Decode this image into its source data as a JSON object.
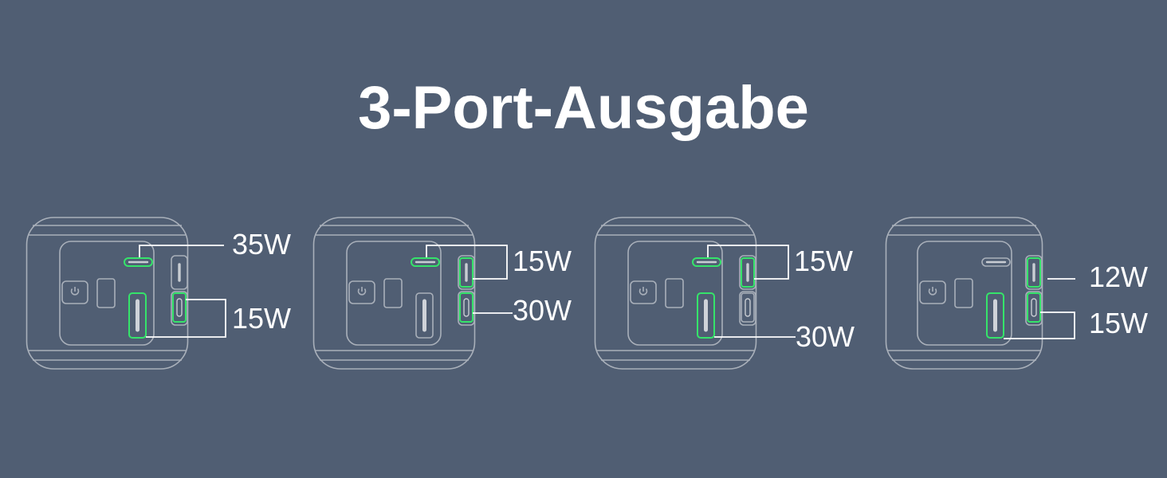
{
  "title": "3-Port-Ausgabe",
  "colors": {
    "background": "#505e73",
    "outline": "#a9b0ba",
    "active_port": "#35e46a",
    "connector_line": "#ffffff",
    "text": "#ffffff"
  },
  "configurations": [
    {
      "id": "config-1",
      "active_ports": [
        "top-usb-c",
        "usb-a",
        "side-usb-c-2"
      ],
      "labels": [
        {
          "text": "35W",
          "ports": [
            "top-usb-c"
          ]
        },
        {
          "text": "15W",
          "ports": [
            "usb-a",
            "side-usb-c-2"
          ]
        }
      ]
    },
    {
      "id": "config-2",
      "active_ports": [
        "top-usb-c",
        "side-usb-c-1",
        "side-usb-c-2"
      ],
      "labels": [
        {
          "text": "15W",
          "ports": [
            "top-usb-c",
            "side-usb-c-1"
          ]
        },
        {
          "text": "30W",
          "ports": [
            "side-usb-c-2"
          ]
        }
      ]
    },
    {
      "id": "config-3",
      "active_ports": [
        "top-usb-c",
        "side-usb-c-1",
        "usb-a"
      ],
      "labels": [
        {
          "text": "15W",
          "ports": [
            "top-usb-c",
            "side-usb-c-1"
          ]
        },
        {
          "text": "30W",
          "ports": [
            "usb-a"
          ]
        }
      ]
    },
    {
      "id": "config-4",
      "active_ports": [
        "side-usb-c-1",
        "side-usb-c-2",
        "usb-a"
      ],
      "labels": [
        {
          "text": "12W",
          "ports": [
            "side-usb-c-1"
          ]
        },
        {
          "text": "15W",
          "ports": [
            "side-usb-c-2",
            "usb-a"
          ]
        }
      ]
    }
  ]
}
